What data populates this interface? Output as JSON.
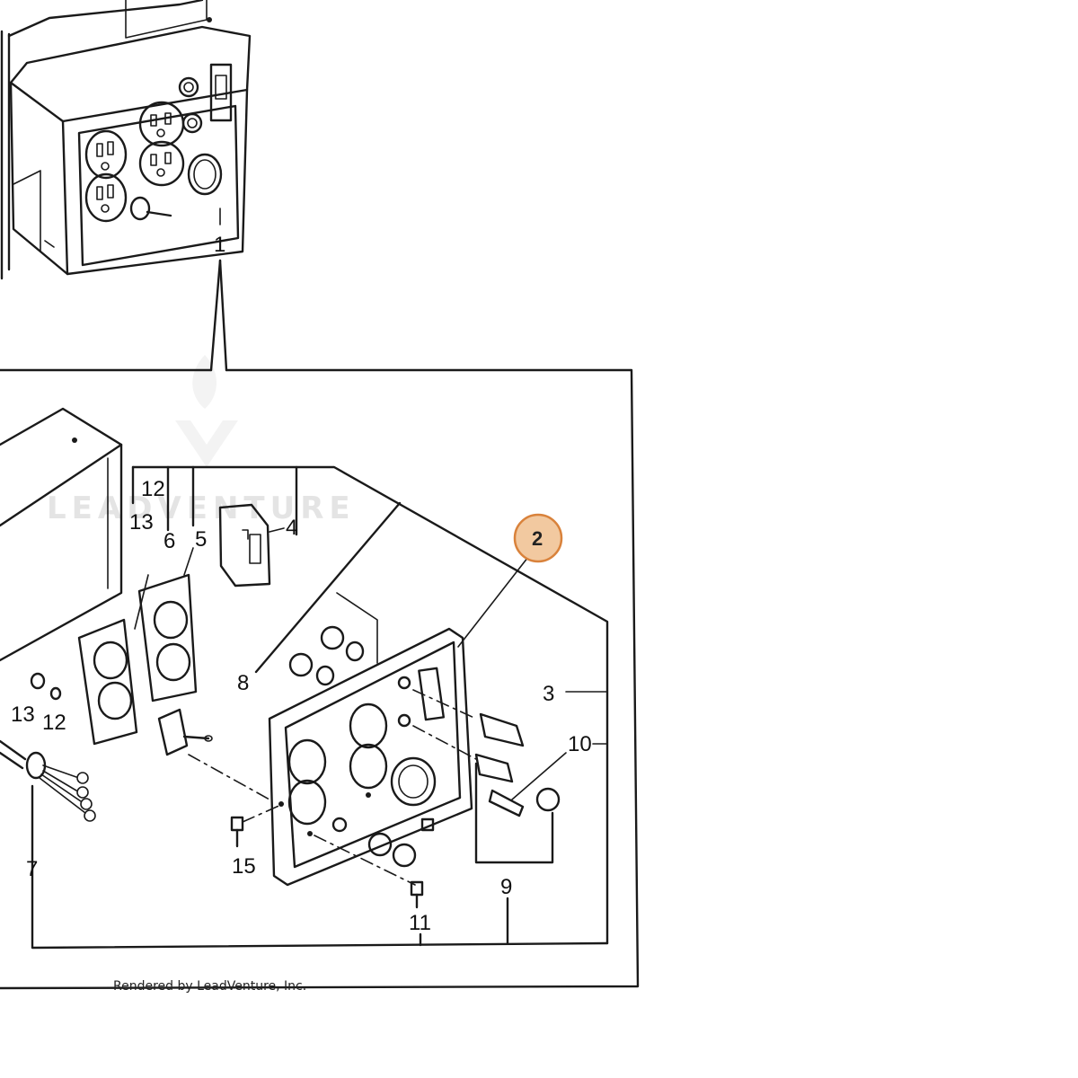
{
  "diagram": {
    "callouts": {
      "c1": "1",
      "c2": "2",
      "c3": "3",
      "c4": "4",
      "c5": "5",
      "c6": "6",
      "c7": "7",
      "c8": "8",
      "c9": "9",
      "c10": "10",
      "c11": "11",
      "c12a": "12",
      "c12b": "12",
      "c13a": "13",
      "c13b": "13",
      "c15": "15"
    },
    "highlighted_part": "2",
    "highlight_color": "#f2c9a0",
    "highlight_border_color": "#d9823b",
    "watermark": "LEADVENTURE",
    "credit": "Rendered by LeadVenture, Inc."
  }
}
